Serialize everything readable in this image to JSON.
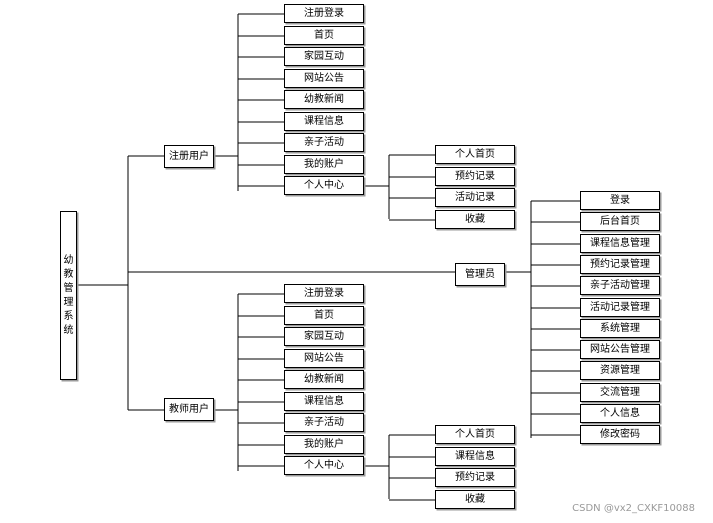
{
  "root": "幼教管理系统",
  "registered_user": {
    "label": "注册用户",
    "children": [
      "注册登录",
      "首页",
      "家园互动",
      "网站公告",
      "幼教新闻",
      "课程信息",
      "亲子活动",
      "我的账户",
      "个人中心"
    ],
    "personal_center": [
      "个人首页",
      "预约记录",
      "活动记录",
      "收藏"
    ]
  },
  "admin": {
    "label": "管理员",
    "children": [
      "登录",
      "后台首页",
      "课程信息管理",
      "预约记录管理",
      "亲子活动管理",
      "活动记录管理",
      "系统管理",
      "网站公告管理",
      "资源管理",
      "交流管理",
      "个人信息",
      "修改密码"
    ]
  },
  "teacher": {
    "label": "教师用户",
    "children": [
      "注册登录",
      "首页",
      "家园互动",
      "网站公告",
      "幼教新闻",
      "课程信息",
      "亲子活动",
      "我的账户",
      "个人中心"
    ],
    "personal_center": [
      "个人首页",
      "课程信息",
      "预约记录",
      "收藏"
    ]
  },
  "watermark": "CSDN @vx2_CXKF10088"
}
